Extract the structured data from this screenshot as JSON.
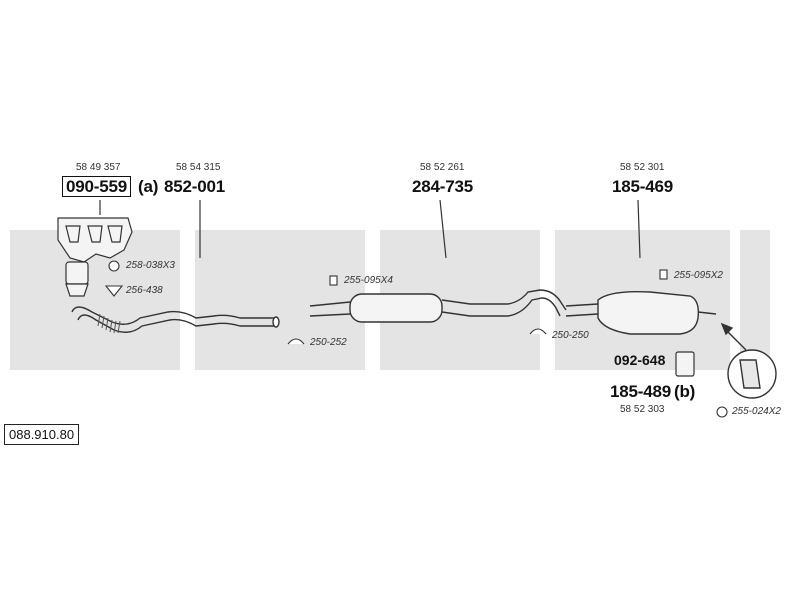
{
  "diagram_ref": "088.910.80",
  "watermark_color": "#e4e4e4",
  "line_color": "#333333",
  "parts": [
    {
      "oe": "58 49 357",
      "number": "090-559",
      "suffix": "(a)",
      "boxed": true
    },
    {
      "oe": "58 54 315",
      "number": "852-001",
      "suffix": "",
      "boxed": false
    },
    {
      "oe": "58 52 261",
      "number": "284-735",
      "suffix": "",
      "boxed": false
    },
    {
      "oe": "58 52 301",
      "number": "185-469",
      "suffix": "",
      "boxed": false
    },
    {
      "oe": "58 52 303",
      "number": "185-489",
      "suffix": "(b)",
      "boxed": false
    }
  ],
  "mount_part": "092-648",
  "accessories": [
    {
      "code": "258-038X3",
      "icon": "nut-icon"
    },
    {
      "code": "256-438",
      "icon": "gasket-icon"
    },
    {
      "code": "255-095X4",
      "icon": "bolt-icon"
    },
    {
      "code": "250-252",
      "icon": "clamp-icon"
    },
    {
      "code": "250-250",
      "icon": "clamp-icon"
    },
    {
      "code": "255-095X2",
      "icon": "bolt-icon"
    },
    {
      "code": "255-024X2",
      "icon": "spring-icon"
    }
  ]
}
